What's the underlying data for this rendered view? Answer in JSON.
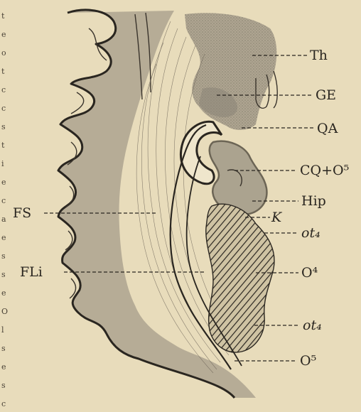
{
  "figure": {
    "labels": {
      "th": "Th",
      "ge": "GE",
      "qa": "QA",
      "cq_o5": "CQ+O⁵",
      "hip": "Hip",
      "k": "K",
      "ot4_upper": "ot₄",
      "o4": "O⁴",
      "ot4_lower": "ot₄",
      "o5": "O⁵",
      "fs": "FS",
      "fli": "FLi"
    },
    "edge_letters": [
      "t",
      "e",
      "o",
      "t",
      "c",
      "c",
      "s",
      "t",
      "i",
      "e",
      "c",
      "a",
      "e",
      "s",
      "s",
      "e",
      "O",
      "l",
      "s",
      "e",
      "s",
      "c"
    ]
  }
}
